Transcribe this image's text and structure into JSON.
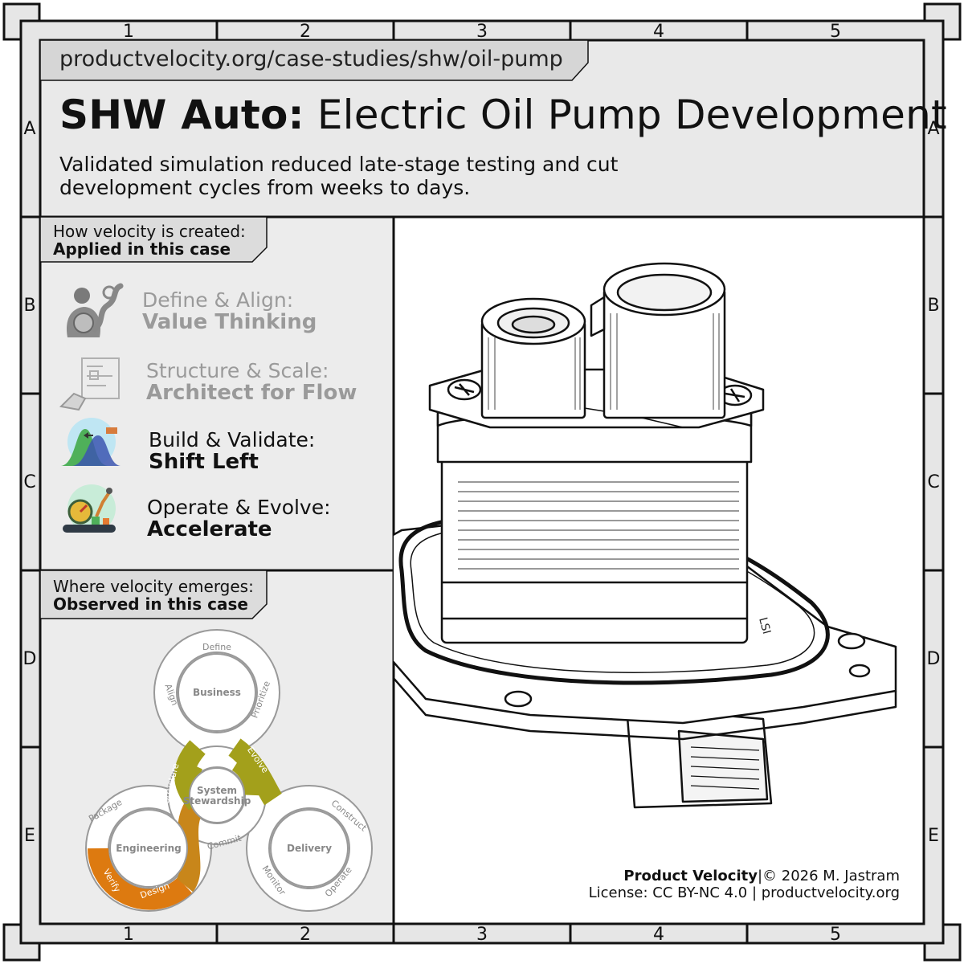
{
  "header": {
    "url": "productvelocity.org/case-studies/shw/oil-pump",
    "title_bold": "SHW Auto:",
    "title_rest": "Electric Oil Pump Development",
    "subtitle_line1": "Validated simulation reduced late-stage testing and cut",
    "subtitle_line2": "development cycles from weeks to days."
  },
  "grid": {
    "columns": [
      "1",
      "2",
      "3",
      "4",
      "5"
    ],
    "rows": [
      "A",
      "B",
      "C",
      "D",
      "E"
    ]
  },
  "velocity_created": {
    "label": "How velocity is created:",
    "sublabel": "Applied in this case",
    "items": [
      {
        "stage": "Define & Align:",
        "name": "Value Thinking",
        "icon": "value-thinking-icon",
        "applied": false
      },
      {
        "stage": "Structure & Scale:",
        "name": "Architect for Flow",
        "icon": "architect-flow-icon",
        "applied": false
      },
      {
        "stage": "Build & Validate:",
        "name": "Shift Left",
        "icon": "shift-left-icon",
        "applied": true
      },
      {
        "stage": "Operate & Evolve:",
        "name": "Accelerate",
        "icon": "accelerate-icon",
        "applied": true
      }
    ]
  },
  "velocity_emerges": {
    "label": "Where velocity emerges:",
    "sublabel": "Observed in this case",
    "diagram": {
      "center": [
        "System",
        "Stewardship"
      ],
      "business": {
        "label": "Business",
        "steps": [
          "Define",
          "Prioritize",
          "Align"
        ]
      },
      "engineering": {
        "label": "Engineering",
        "steps": [
          "Package",
          "Verify",
          "Design"
        ]
      },
      "delivery": {
        "label": "Delivery",
        "steps": [
          "Construct",
          "Operate",
          "Monitor"
        ]
      },
      "links": [
        "Structure",
        "Evolve",
        "Commit"
      ],
      "colors": {
        "olive": "#a3a01b",
        "orange": "#dd7a10",
        "gray": "#c8c8c8"
      }
    }
  },
  "illustration": {
    "icon": "electric-oil-pump-illustration",
    "marking": "LSI"
  },
  "footer": {
    "brand": "Product Velocity",
    "copyright": "|© 2026 M. Jastram",
    "license": "License: CC BY-NC 4.0 | productvelocity.org"
  }
}
